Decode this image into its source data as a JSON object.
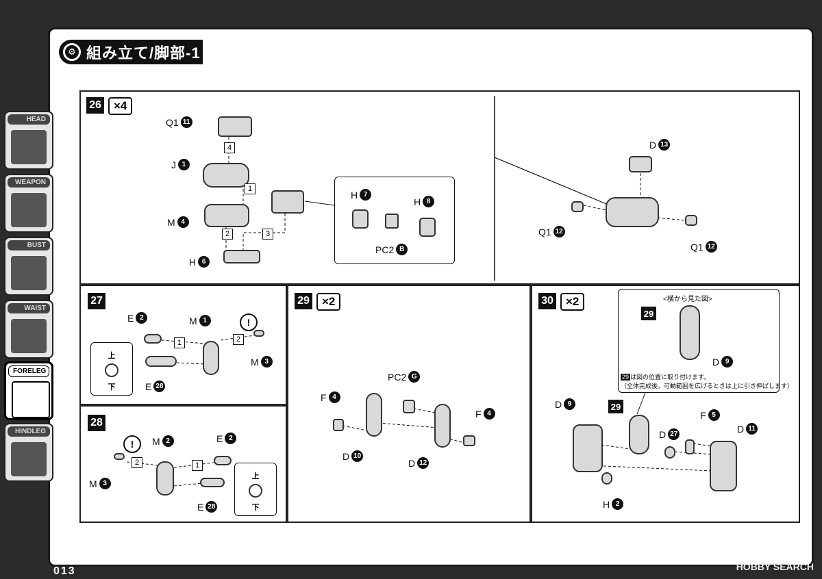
{
  "title": "組み立て/脚部-1",
  "sidebar": [
    "HEAD",
    "WEAPON",
    "BUST",
    "WAIST",
    "FORELEG",
    "HINDLEG"
  ],
  "step26": {
    "no": "26",
    "mult": "×4",
    "labels": {
      "q1": "Q1",
      "j": "J",
      "m": "M",
      "h": "H",
      "h2": "H",
      "h3": "H",
      "pc2": "PC2",
      "d": "D",
      "q1b": "Q1",
      "q1c": "Q1"
    },
    "nums": {
      "q1": "11",
      "j": "1",
      "m": "4",
      "h": "6",
      "h2": "7",
      "h3": "8",
      "pc2": "B",
      "d": "13",
      "q1b": "12",
      "q1c": "12"
    },
    "orders": [
      "4",
      "1",
      "2",
      "3"
    ]
  },
  "step27": {
    "no": "27",
    "labels": {
      "e": "E",
      "m": "M",
      "m3": "M",
      "e28": "E"
    },
    "nums": {
      "e": "2",
      "m": "1",
      "m3": "3",
      "e28": "28"
    },
    "orders": [
      "1",
      "2"
    ],
    "up": "上",
    "down": "下"
  },
  "step28": {
    "no": "28",
    "labels": {
      "m": "M",
      "m3": "M",
      "e": "E",
      "e28": "E"
    },
    "nums": {
      "m": "2",
      "m3": "3",
      "e": "2",
      "e28": "28"
    },
    "orders": [
      "2",
      "1"
    ],
    "up": "上",
    "down": "下"
  },
  "step29": {
    "no": "29",
    "mult": "×2",
    "labels": {
      "pc2": "PC2",
      "f": "F",
      "f2": "F",
      "d": "D",
      "d2": "D"
    },
    "nums": {
      "pc2": "G",
      "f": "4",
      "f2": "4",
      "d": "10",
      "d2": "12"
    }
  },
  "step30": {
    "no": "30",
    "mult": "×2",
    "side_title": "<横から見た図>",
    "ref": "29",
    "labels": {
      "d9": "D",
      "d9b": "D",
      "d27": "D",
      "f5": "F",
      "d11": "D",
      "h2": "H"
    },
    "nums": {
      "d9": "9",
      "d9b": "9",
      "d27": "27",
      "f5": "5",
      "d11": "11",
      "h2": "2"
    },
    "note1_tag": "29",
    "note1": "は図の位置に取り付けます。",
    "note2": "（全体完成後，可動範囲を広げるときは上に引き伸ばします）"
  },
  "page": "013",
  "watermark": "HOBBY SEARCH"
}
